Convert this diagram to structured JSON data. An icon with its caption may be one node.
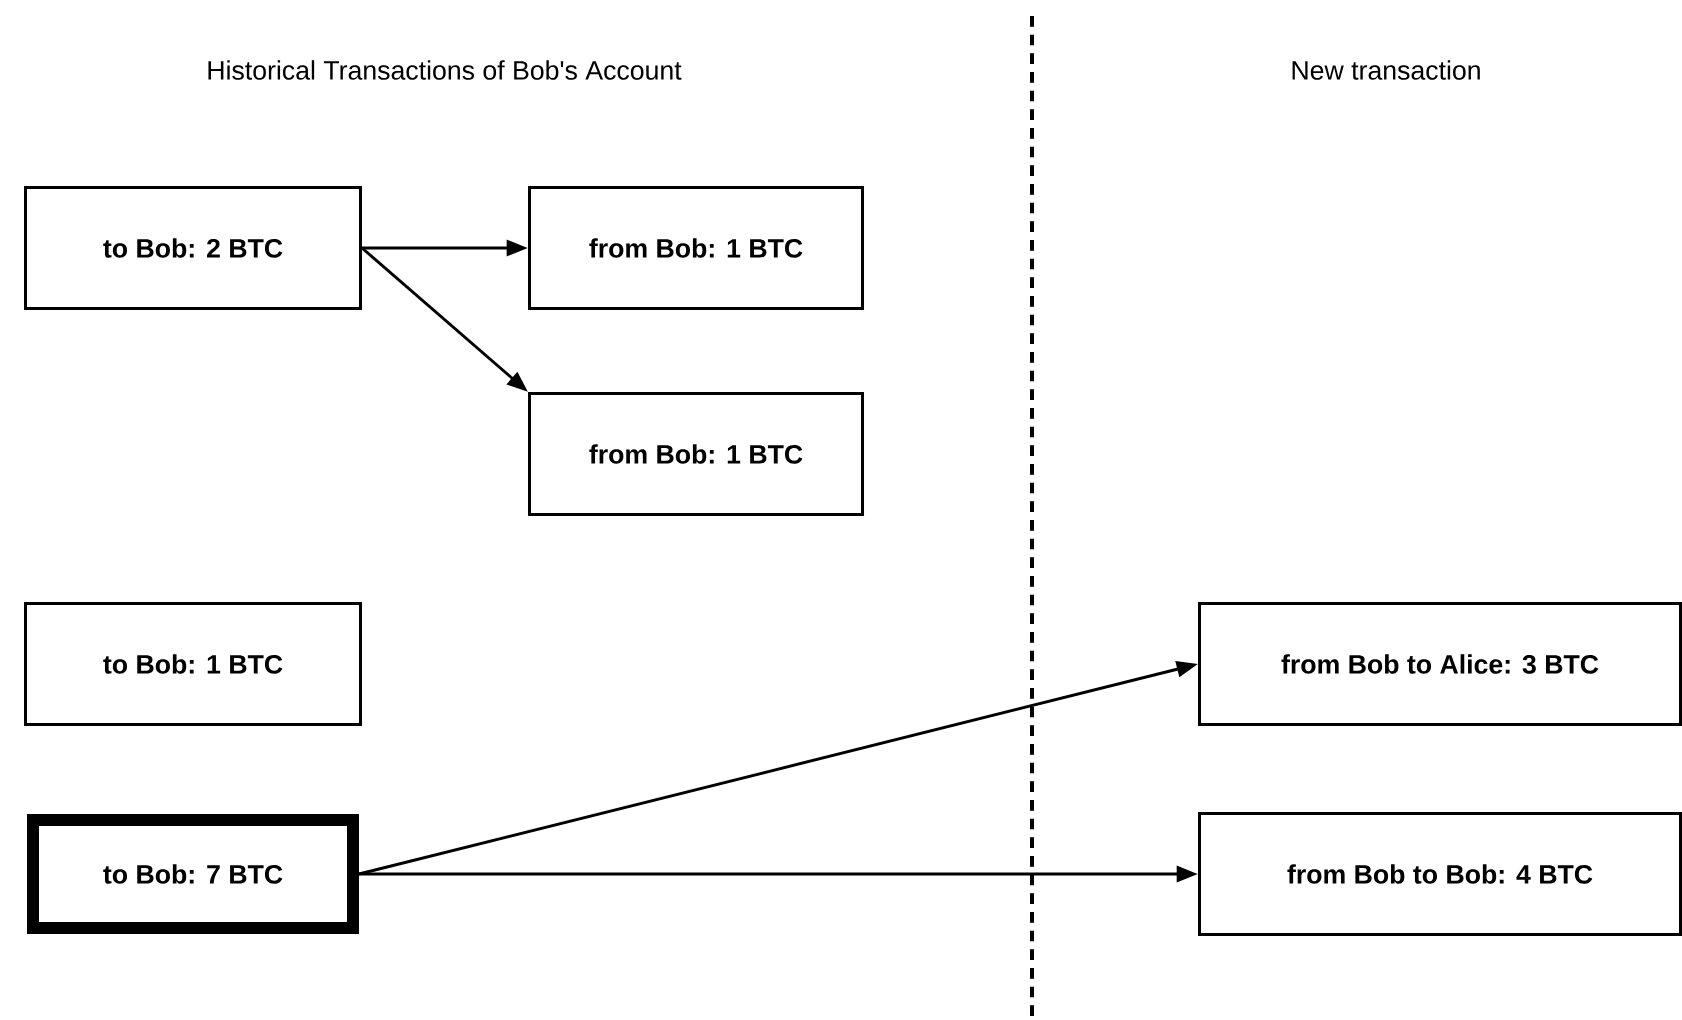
{
  "diagram": {
    "nodes": [
      {
        "text": [
          "to Bob: 2 BTC"
        ]
      },
      {
        "text": [
          "from Bob: 1 BTC"
        ]
      },
      {
        "text": [
          "from Bob: 1 BTC"
        ]
      },
      {
        "text": [
          "to Bob: 1 BTC"
        ]
      },
      {
        "text": [
          "to Bob: 7 BTC"
        ]
      },
      {
        "text": [
          "from Bob to Alice: 3 BTC"
        ]
      },
      {
        "text": [
          "from Bob to Bob: 4 BTC"
        ]
      }
    ],
    "edges": [
      {
        "from": 0,
        "to": 1,
        "arrow": "to"
      },
      {
        "from": 0,
        "to": 2,
        "arrow": "to"
      },
      {
        "from": 4,
        "to": 5,
        "arrow": "to"
      },
      {
        "from": 4,
        "to": 6,
        "arrow": "to"
      }
    ],
    "labels": [
      "Historical Transactions of Bob's Account",
      "New transaction"
    ]
  }
}
